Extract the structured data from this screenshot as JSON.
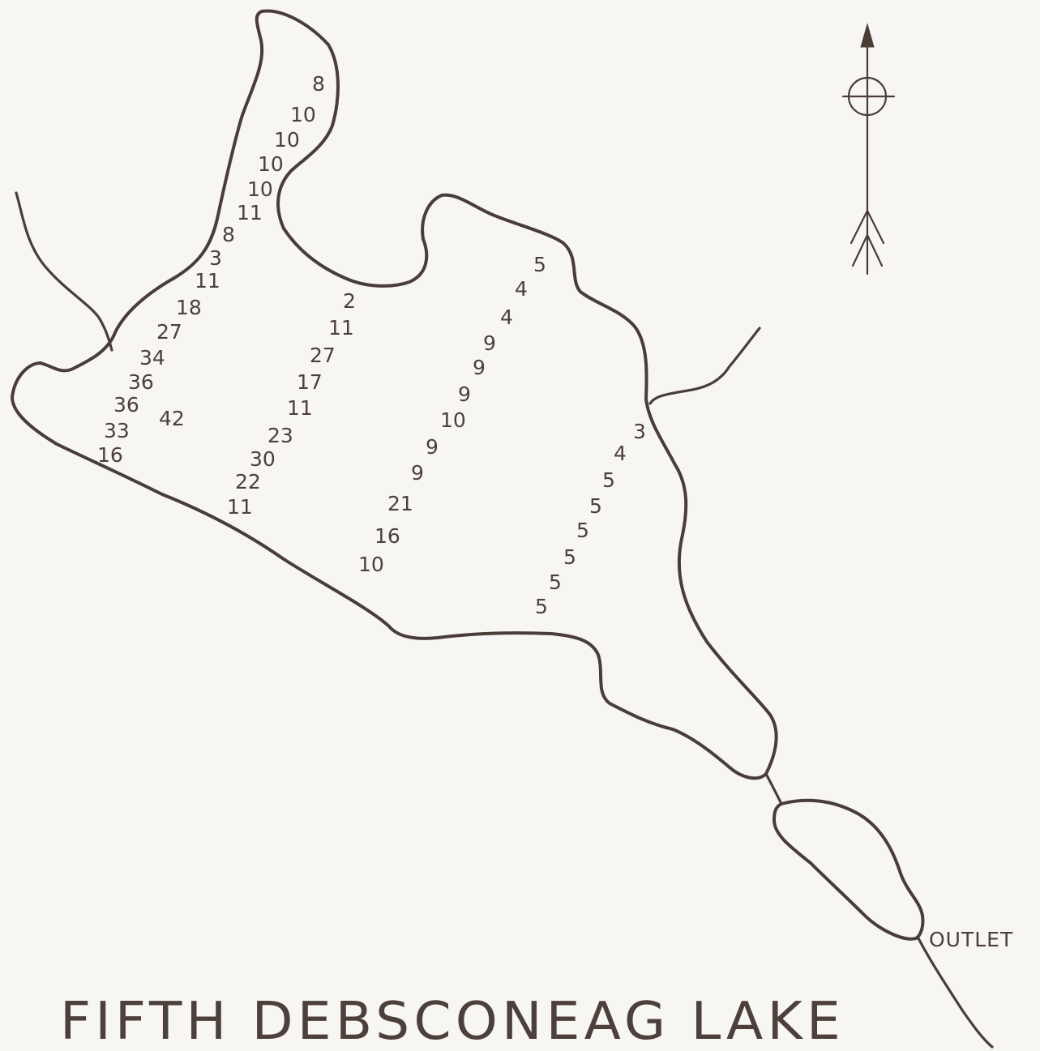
{
  "map": {
    "title": "FIFTH DEBSCONEAG LAKE",
    "outlet_label": "OUTLET",
    "compass_icon": "north-arrow-icon",
    "colors": {
      "ink": "#4a3d38",
      "paper": "#f7f6f2"
    },
    "soundings": {
      "transect_1": [
        "8",
        "10",
        "10",
        "10",
        "10",
        "11",
        "8",
        "3",
        "11",
        "18",
        "27",
        "34",
        "36",
        "36",
        "33",
        "16"
      ],
      "extra": [
        "42"
      ],
      "transect_2": [
        "2",
        "11",
        "27",
        "17",
        "11",
        "23",
        "30",
        "22",
        "11"
      ],
      "transect_3": [
        "5",
        "4",
        "4",
        "9",
        "9",
        "9",
        "10",
        "9",
        "9",
        "21",
        "16",
        "10"
      ],
      "transect_4": [
        "3",
        "4",
        "5",
        "5",
        "5",
        "5",
        "5",
        "5"
      ]
    }
  }
}
